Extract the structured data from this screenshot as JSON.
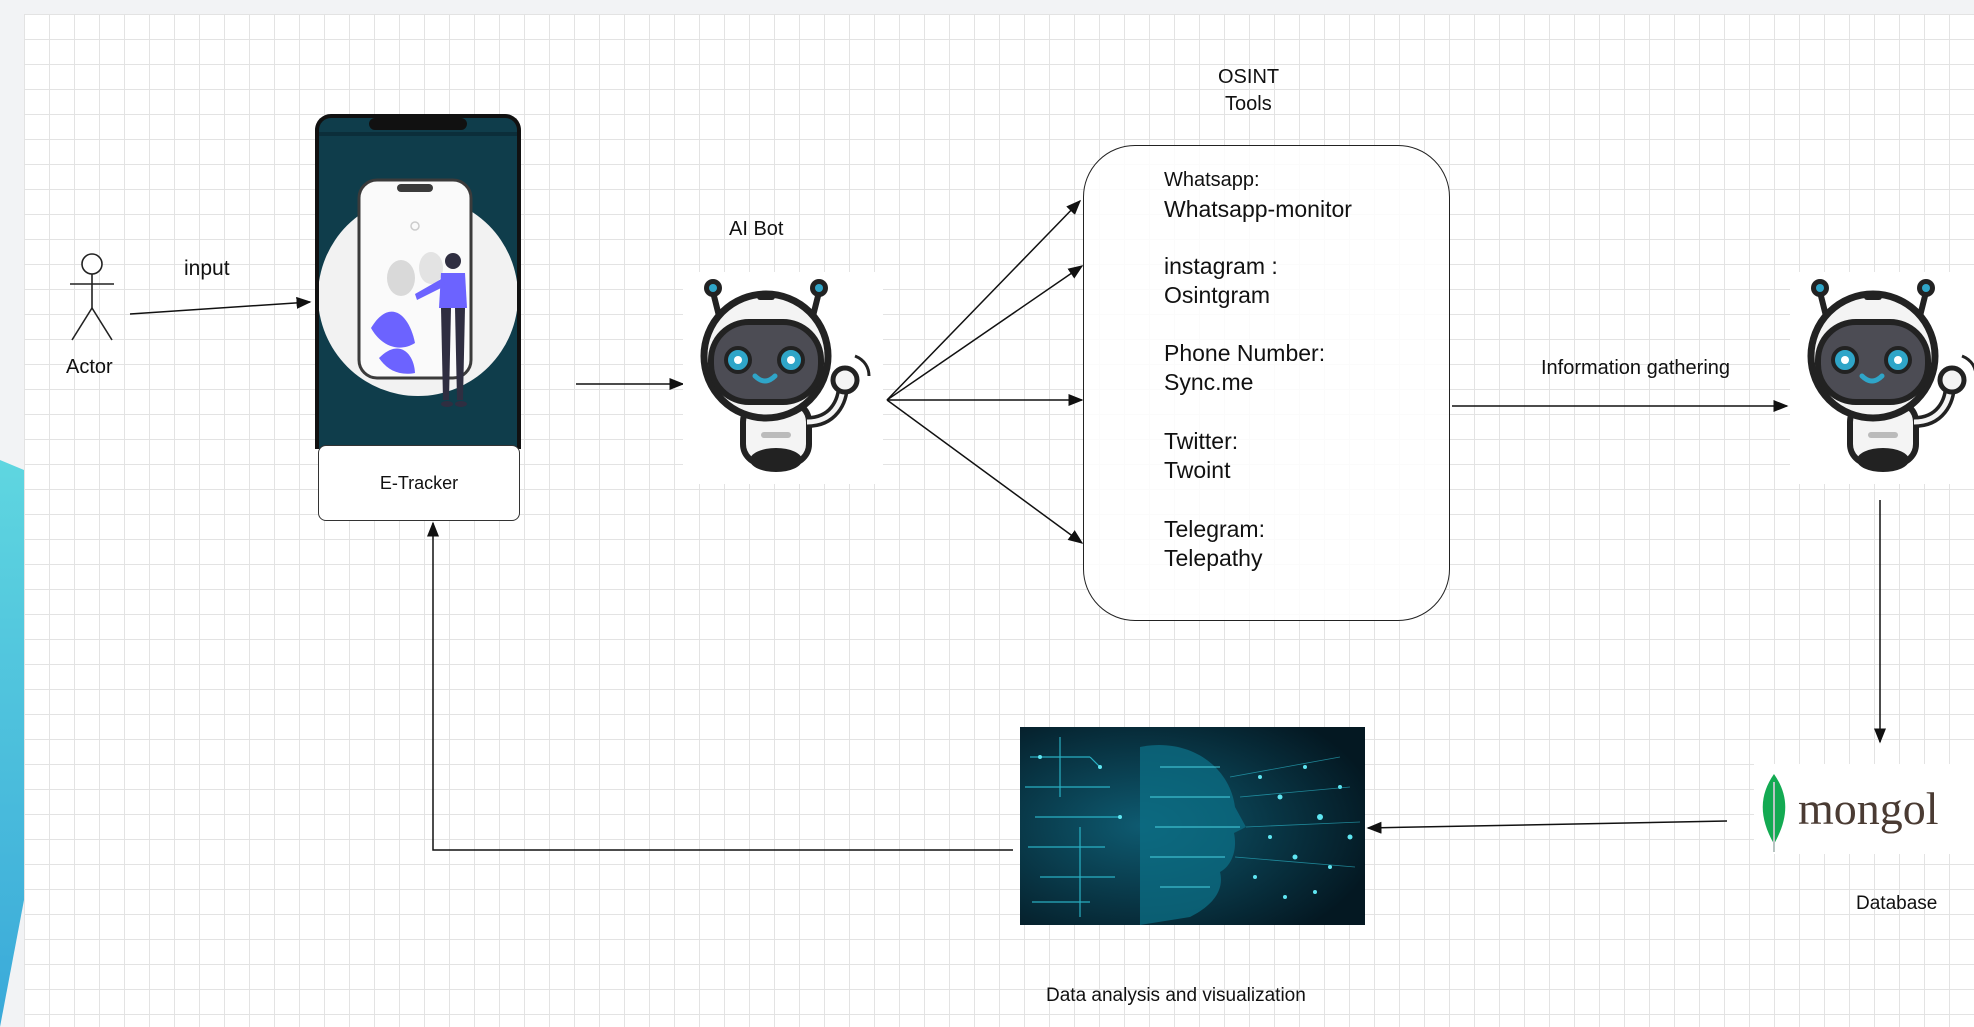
{
  "labels": {
    "actor": "Actor",
    "input": "input",
    "e_tracker": "E-Tracker",
    "ai_bot": "AI Bot",
    "osint_line1": "OSINT",
    "osint_line2": "Tools",
    "information_gathering": "Information gathering",
    "database": "Database",
    "data_analysis": "Data analysis and visualization",
    "mongo_logo_text": "mongol"
  },
  "tools": [
    {
      "platform": "Whatsapp:",
      "tool": "Whatsapp-monitor"
    },
    {
      "platform": "instagram :",
      "tool": "Osintgram"
    },
    {
      "platform": "Phone Number:",
      "tool": "Sync.me"
    },
    {
      "platform": "Twitter:",
      "tool": "Twoint"
    },
    {
      "platform": "Telegram:",
      "tool": "Telepathy"
    }
  ],
  "colors": {
    "grid_line": "#e3e3e3",
    "phone_screen": "#0f3d4b",
    "illustration_accent": "#6c63ff",
    "mongo_green": "#13aa52",
    "mongo_text": "#4a3b33",
    "ai_image_bg": "#062634",
    "ai_image_accent": "#2fc4d8",
    "deco_left": "#3fc6d9"
  },
  "icons": {
    "actor": "stick-figure-icon",
    "ai_bot": "robot-icon",
    "collector_bot": "robot-icon",
    "database": "mongodb-leaf-icon",
    "analysis": "ai-head-circuit-icon"
  }
}
